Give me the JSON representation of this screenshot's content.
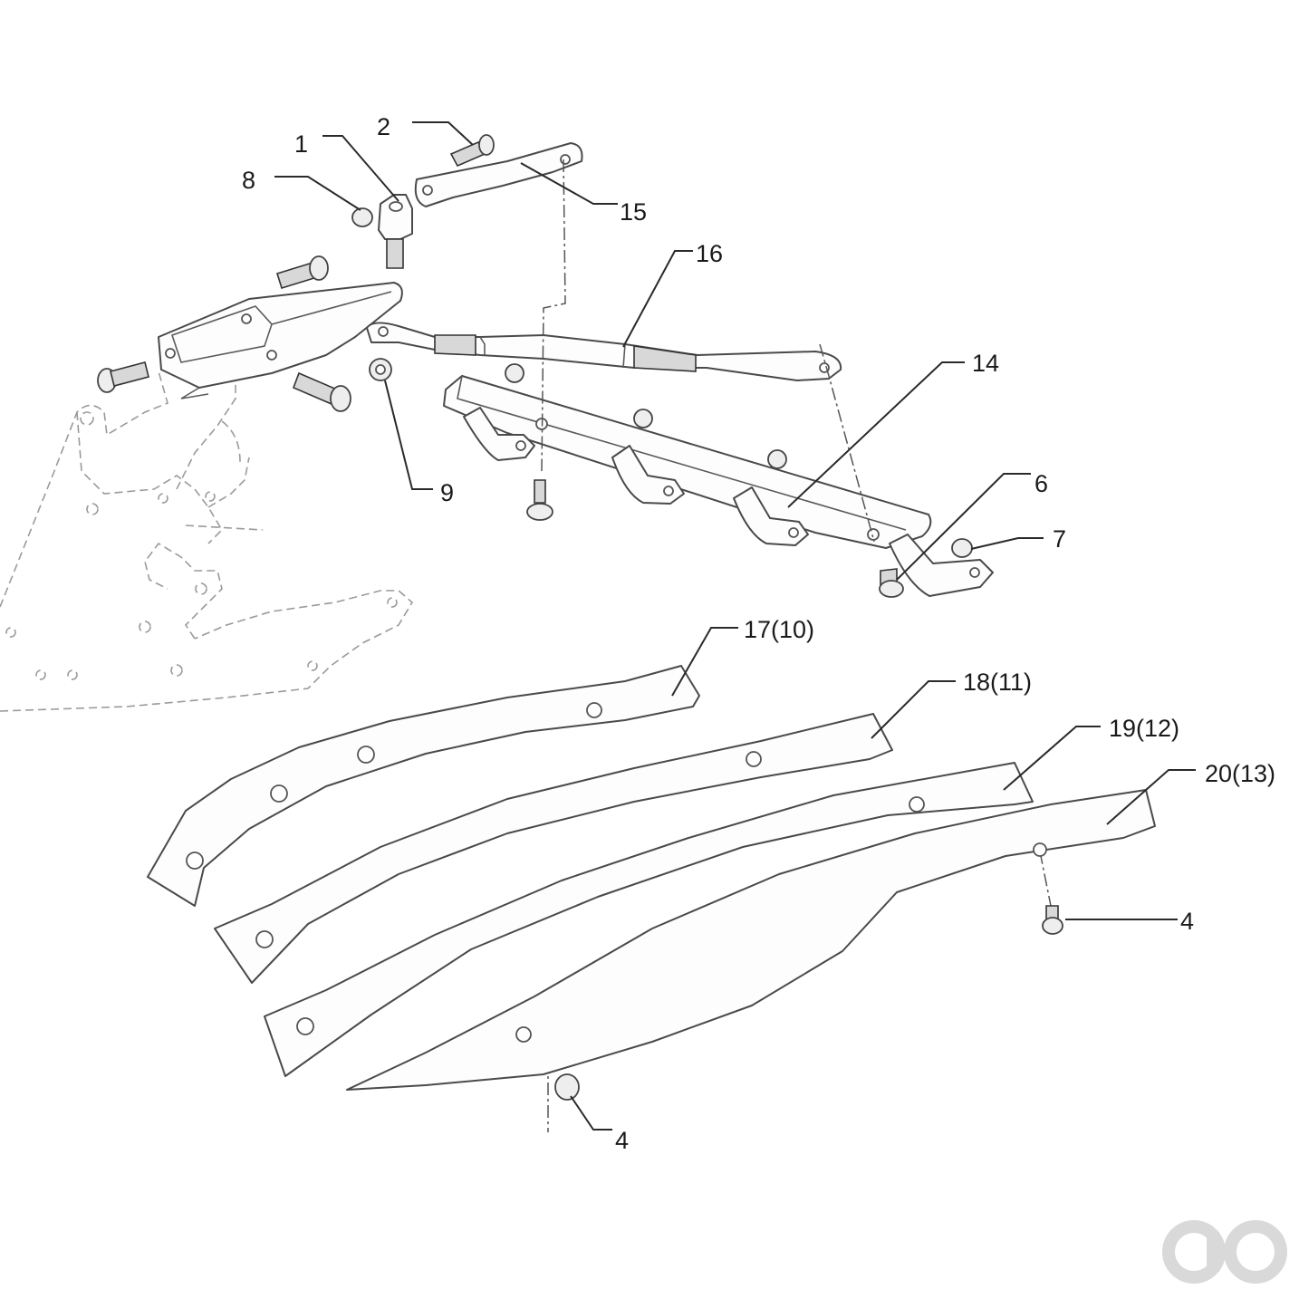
{
  "diagram": {
    "callouts": {
      "c1": "1",
      "c2": "2",
      "c4a": "4",
      "c4b": "4",
      "c6": "6",
      "c7": "7",
      "c8": "8",
      "c9": "9",
      "c14": "14",
      "c15": "15",
      "c16": "16",
      "c17": "17(10)",
      "c18": "18(11)",
      "c19": "19(12)",
      "c20": "20(13)"
    }
  },
  "colors": {
    "line": "#4a4a4a",
    "ghost": "#9a9a9a",
    "watermark": "#d9d9d9"
  },
  "icons": {
    "watermark": "brand-logo-watermark"
  }
}
